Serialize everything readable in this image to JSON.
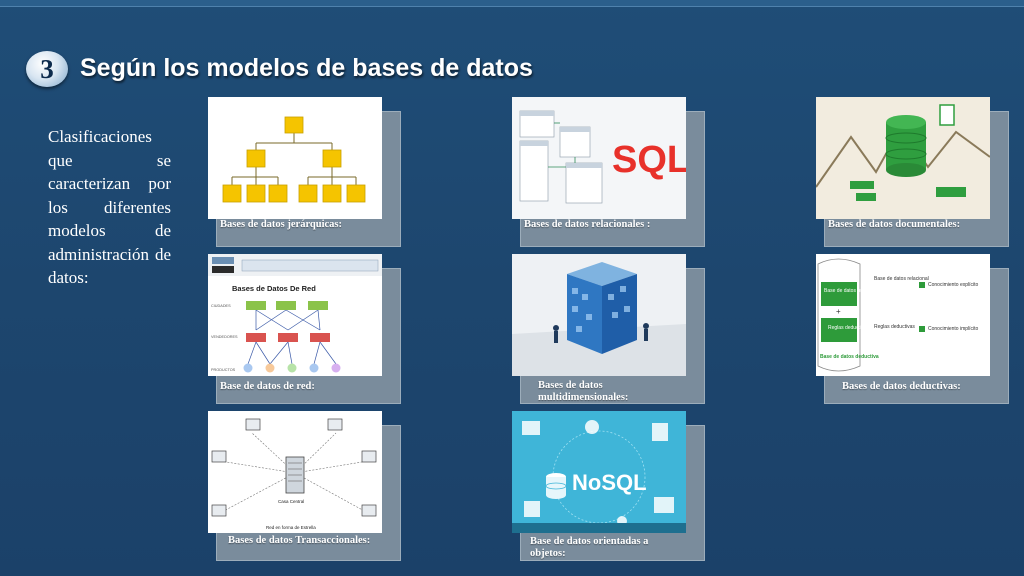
{
  "slide": {
    "number": "3",
    "title": "Según los modelos de bases de datos",
    "description": "Clasificaciones que se caracterizan por los diferentes modelos de administración de datos:"
  },
  "cards": [
    {
      "caption": "Bases de datos jerárquicas:"
    },
    {
      "caption": "Bases de datos relacionales :",
      "image_text": "SQL"
    },
    {
      "caption": "Bases de datos documentales:"
    },
    {
      "caption": "Base de datos de red:",
      "image_text": "Bases de Datos De Red",
      "labels": [
        "CIUDADES",
        "VENDEDORES",
        "PRODUCTOS"
      ]
    },
    {
      "caption": "Bases de datos multidimensionales:"
    },
    {
      "caption": "Bases de datos deductivas:",
      "boxes": [
        "Base de datos relacional",
        "+",
        "Reglas deductivas",
        "Base de datos deductiva"
      ],
      "items": [
        "Base de datos relacional",
        "Conocimiento explícito",
        "Reglas deductivas",
        "Conocimiento implícito"
      ]
    },
    {
      "caption": "Bases de datos Transaccionales:",
      "image_text": [
        "Casa Central",
        "Red en forma de Estrella"
      ]
    },
    {
      "caption": "Base de datos orientadas a objetos:",
      "image_text": "NoSQL"
    }
  ],
  "colors": {
    "background": "#1d466e",
    "hierarchy_node": "#f5c400",
    "sql_red": "#e8312a",
    "deductive_green": "#2e9b3a",
    "nosql_bg": "#3fb5d8"
  }
}
